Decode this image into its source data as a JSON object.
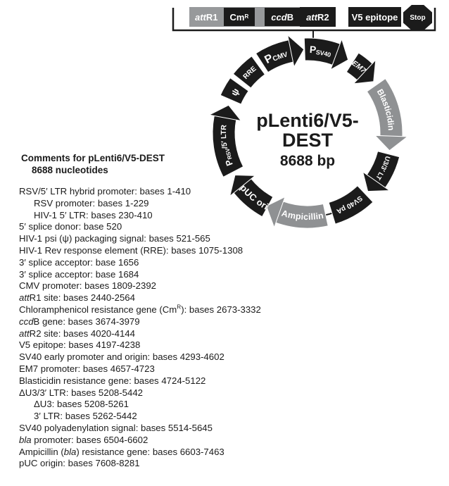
{
  "colors": {
    "black": "#1b1b1b",
    "arrow_gray": "#8f9193",
    "bar_gray": "#97999b",
    "text": "#1b1b1b"
  },
  "cassette": {
    "bar_items": [
      {
        "kind": "bar-label",
        "name": "attR1",
        "runs": [
          {
            "t": "att",
            "i": 1
          },
          {
            "t": "R1"
          }
        ]
      },
      {
        "kind": "box",
        "name": "cmr",
        "runs": [
          {
            "t": "Cm"
          },
          {
            "t": "R",
            "sup": 1
          }
        ]
      },
      {
        "kind": "gap"
      },
      {
        "kind": "box",
        "name": "ccdb",
        "runs": [
          {
            "t": "ccd",
            "i": 1
          },
          {
            "t": "B"
          }
        ]
      },
      {
        "kind": "box-full",
        "name": "attr2",
        "runs": [
          {
            "t": "att",
            "i": 1
          },
          {
            "t": "R2"
          }
        ]
      }
    ],
    "v5": {
      "runs": [
        {
          "t": "V5 epitope"
        }
      ]
    },
    "stop_label": "Stop"
  },
  "plasmid": {
    "title_line1": "pLenti6/V5-",
    "title_line2": "DEST",
    "size_label": "8688 bp",
    "segments": [
      {
        "id": "psv40",
        "color": "#1b1b1b",
        "start": 358.0,
        "end": 29.0,
        "head": true,
        "headSweep": 9,
        "labelDir": "cw",
        "runs": [
          {
            "t": "P",
            "size": 14
          },
          {
            "t": "SV40",
            "size": 9,
            "dy": 3.5
          }
        ]
      },
      {
        "id": "em7",
        "color": "#1b1b1b",
        "start": 32.5,
        "end": 52.0,
        "head": true,
        "headSweep": 9,
        "labelDir": "cw",
        "italic": true,
        "size": 10.5,
        "runs": [
          {
            "t": "EM7"
          }
        ]
      },
      {
        "id": "blasticidin",
        "color": "#8f9193",
        "start": 55.0,
        "end": 102.0,
        "head": true,
        "headSweep": 10,
        "labelDir": "cw",
        "size": 12,
        "runs": [
          {
            "t": "Blasticidin"
          }
        ]
      },
      {
        "id": "delta-u3-3ltr",
        "color": "#1b1b1b",
        "start": 104.5,
        "end": 134.0,
        "head": true,
        "headSweep": 9,
        "labelDir": "cw",
        "size": 9.5,
        "runs": [
          {
            "t": "ΔU3/3′ LTR"
          }
        ]
      },
      {
        "id": "sv40-pa",
        "color": "#1b1b1b",
        "start": 136.5,
        "end": 163.0,
        "head": false,
        "labelDir": "cw",
        "size": 10,
        "runs": [
          {
            "t": "SV40 pA"
          }
        ]
      },
      {
        "id": "ampicillin",
        "color": "#8f9193",
        "start": 167.5,
        "end": 209.5,
        "head": true,
        "headSweep": 10,
        "labelDir": "ccw",
        "size": 12.5,
        "runs": [
          {
            "t": "Ampicillin"
          }
        ]
      },
      {
        "id": "puc-ori",
        "color": "#1b1b1b",
        "start": 208.5,
        "end": 240.0,
        "head": true,
        "headSweep": 9,
        "labelDir": "ccw",
        "size": 13,
        "runs": [
          {
            "t": "pUC ori"
          }
        ]
      },
      {
        "id": "prsv-5ltr",
        "color": "#1b1b1b",
        "start": 242.5,
        "end": 289.5,
        "head": true,
        "headSweep": 9,
        "labelDir": "cw",
        "runs": [
          {
            "t": "P",
            "size": 12.5
          },
          {
            "t": "RSV",
            "size": 8,
            "dy": 2.5
          },
          {
            "t": "/5′ LTR",
            "size": 10.5,
            "dy": -2.5
          }
        ]
      },
      {
        "id": "psi",
        "color": "#1b1b1b",
        "start": 293.5,
        "end": 305.5,
        "head": false,
        "labelDir": "cw",
        "size": 13,
        "runs": [
          {
            "t": "ψ"
          }
        ]
      },
      {
        "id": "rre",
        "color": "#1b1b1b",
        "start": 308.5,
        "end": 324.0,
        "head": false,
        "labelDir": "cw",
        "size": 10,
        "runs": [
          {
            "t": "RRE"
          }
        ]
      },
      {
        "id": "pcmv",
        "color": "#1b1b1b",
        "start": 327.0,
        "end": 357.5,
        "head": true,
        "headSweep": 9,
        "labelDir": "cw",
        "runs": [
          {
            "t": "P",
            "size": 16
          },
          {
            "t": "CMV",
            "size": 10,
            "dy": 3.5
          }
        ]
      }
    ]
  },
  "comments": {
    "heading": "Comments for pLenti6/V5-DEST",
    "subheading": "8688 nucleotides",
    "lines": [
      {
        "ind": 0,
        "runs": [
          {
            "t": "RSV/5′ LTR hybrid promoter: bases 1-410"
          }
        ]
      },
      {
        "ind": 1,
        "runs": [
          {
            "t": "RSV promoter: bases 1-229"
          }
        ]
      },
      {
        "ind": 1,
        "runs": [
          {
            "t": "HIV-1 5′ LTR: bases 230-410"
          }
        ]
      },
      {
        "ind": 0,
        "runs": [
          {
            "t": "5′ splice donor: base 520"
          }
        ]
      },
      {
        "ind": 0,
        "runs": [
          {
            "t": "HIV-1 psi (ψ) packaging signal: bases 521-565"
          }
        ]
      },
      {
        "ind": 0,
        "runs": [
          {
            "t": "HIV-1 Rev response element (RRE): bases 1075-1308"
          }
        ]
      },
      {
        "ind": 0,
        "runs": [
          {
            "t": "3′ splice acceptor: base 1656"
          }
        ]
      },
      {
        "ind": 0,
        "runs": [
          {
            "t": "3′ splice acceptor: base 1684"
          }
        ]
      },
      {
        "ind": 0,
        "runs": [
          {
            "t": "CMV promoter: bases 1809-2392"
          }
        ]
      },
      {
        "ind": 0,
        "runs": [
          {
            "t": "att",
            "i": 1
          },
          {
            "t": "R1 site: bases 2440-2564"
          }
        ]
      },
      {
        "ind": 0,
        "runs": [
          {
            "t": "Chloramphenicol resistance gene (Cm"
          },
          {
            "t": "R",
            "sup": 1
          },
          {
            "t": "): bases 2673-3332"
          }
        ]
      },
      {
        "ind": 0,
        "runs": [
          {
            "t": "ccd",
            "i": 1
          },
          {
            "t": "B gene: bases 3674-3979"
          }
        ]
      },
      {
        "ind": 0,
        "runs": [
          {
            "t": "att",
            "i": 1
          },
          {
            "t": "R2 site: bases 4020-4144"
          }
        ]
      },
      {
        "ind": 0,
        "runs": [
          {
            "t": "V5 epitope: bases 4197-4238"
          }
        ]
      },
      {
        "ind": 0,
        "runs": [
          {
            "t": "SV40 early promoter and origin: bases 4293-4602"
          }
        ]
      },
      {
        "ind": 0,
        "runs": [
          {
            "t": "EM7 promoter: bases 4657-4723"
          }
        ]
      },
      {
        "ind": 0,
        "runs": [
          {
            "t": "Blasticidin resistance gene: bases 4724-5122"
          }
        ]
      },
      {
        "ind": 0,
        "runs": [
          {
            "t": "ΔU3/3′ LTR: bases 5208-5442"
          }
        ]
      },
      {
        "ind": 1,
        "runs": [
          {
            "t": "ΔU3: bases 5208-5261"
          }
        ]
      },
      {
        "ind": 1,
        "runs": [
          {
            "t": "3′ LTR: bases 5262-5442"
          }
        ]
      },
      {
        "ind": 0,
        "runs": [
          {
            "t": "SV40 polyadenylation signal: bases 5514-5645"
          }
        ]
      },
      {
        "ind": 0,
        "runs": [
          {
            "t": "bla",
            "i": 1
          },
          {
            "t": " promoter: bases 6504-6602"
          }
        ]
      },
      {
        "ind": 0,
        "runs": [
          {
            "t": "Ampicillin ("
          },
          {
            "t": "bla",
            "i": 1
          },
          {
            "t": ") resistance gene: bases 6603-7463"
          }
        ]
      },
      {
        "ind": 0,
        "runs": [
          {
            "t": "pUC origin: bases 7608-8281"
          }
        ]
      }
    ]
  }
}
